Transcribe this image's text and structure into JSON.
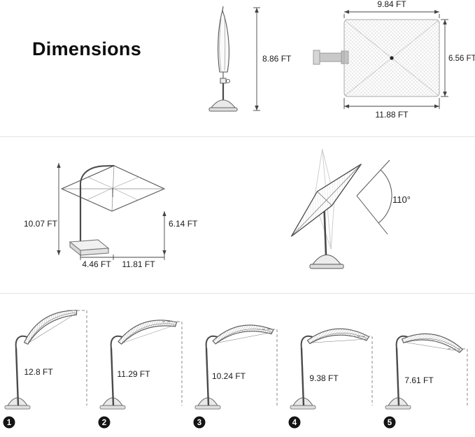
{
  "page": {
    "title": "Dimensions"
  },
  "colors": {
    "ink": "#1a1a1a",
    "line_art": "#555555",
    "ghost": "#cfcfcf",
    "badge_bg": "#141414",
    "badge_text": "#ffffff"
  },
  "closed_view": {
    "height": "8.86 FT"
  },
  "top_view": {
    "top_width": "9.84 FT",
    "side_depth": "6.56 FT",
    "bottom_width": "11.88 FT"
  },
  "open_view": {
    "total_height": "10.07 FT",
    "edge_height": "6.14 FT",
    "base_width": "4.46 FT",
    "canopy_width": "11.81 FT"
  },
  "tilt_view": {
    "rotation_angle": "110°"
  },
  "positions": [
    {
      "number": "1",
      "height": "12.8 FT"
    },
    {
      "number": "2",
      "height": "11.29 FT"
    },
    {
      "number": "3",
      "height": "10.24 FT"
    },
    {
      "number": "4",
      "height": "9.38 FT"
    },
    {
      "number": "5",
      "height": "7.61 FT"
    }
  ]
}
